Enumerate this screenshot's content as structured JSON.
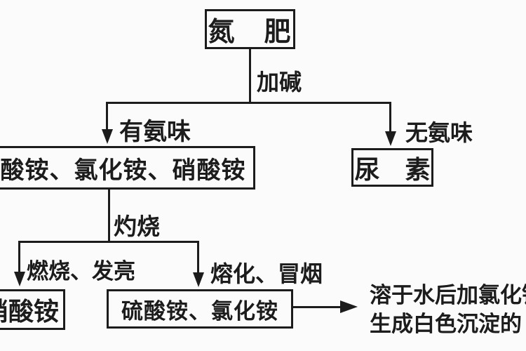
{
  "diagram": {
    "nodes": {
      "root": "氮　肥",
      "ammonium_salts": "硫酸铵、氯化铵、硝酸铵",
      "urea": "尿　素",
      "ammonium_nitrate": "硝酸铵",
      "ammonium_sulfate_chloride": "硫酸铵、氯化铵"
    },
    "edge_labels": {
      "add_alkali": "加碱",
      "has_ammonia_odor": "有氨味",
      "no_ammonia_odor": "无氨味",
      "ignite": "灼烧",
      "burns_glows": "燃烧、发亮",
      "melts_smokes": "熔化、冒烟"
    },
    "result_note": {
      "line1": "溶于水后加氯化钡",
      "line2": "生成白色沉淀的"
    },
    "colors": {
      "ink": "#1c1c1c",
      "background": "#fbfbfb"
    }
  }
}
